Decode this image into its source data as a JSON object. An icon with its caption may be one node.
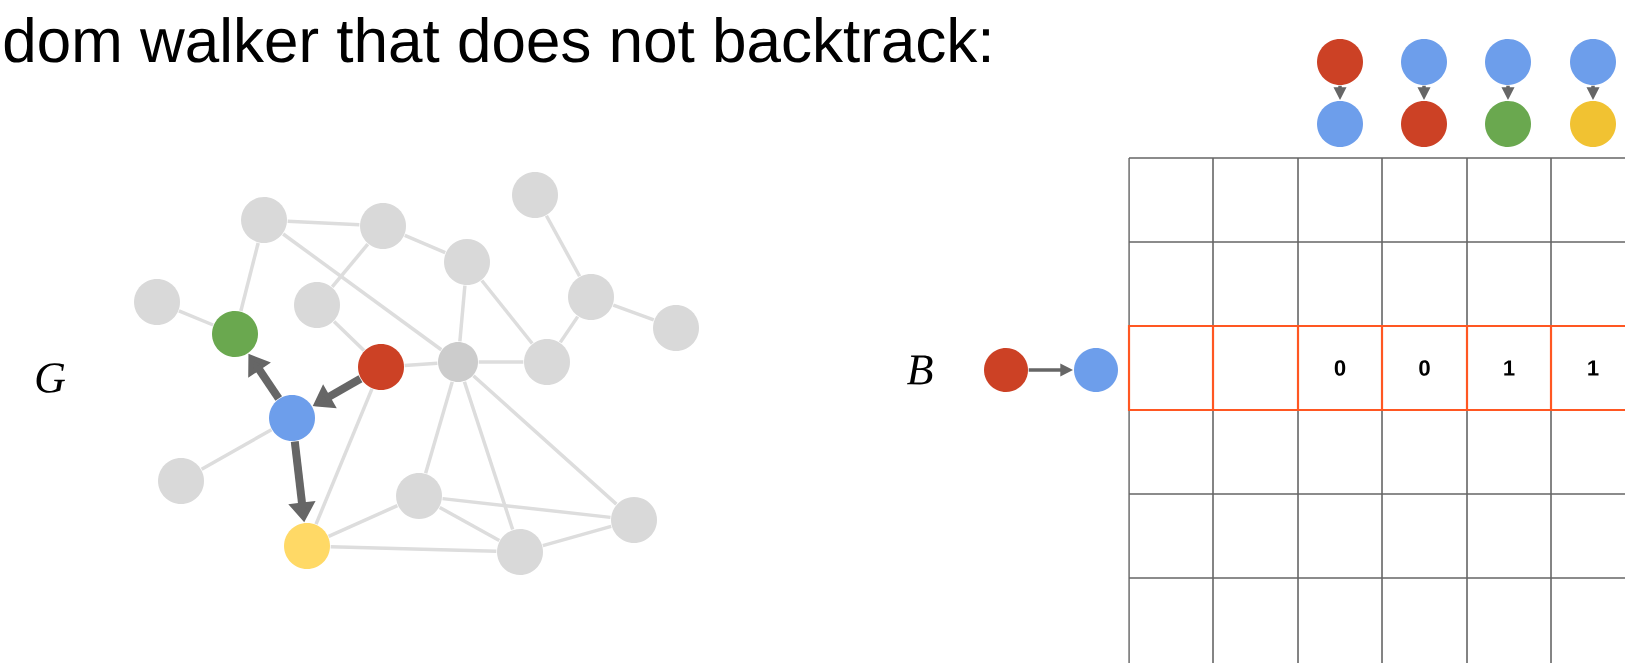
{
  "diagram": {
    "title": "dom walker that does not backtrack:",
    "nodes": [
      {
        "text": [],
        "shape": "circle"
      },
      {
        "text": [],
        "shape": "circle"
      },
      {
        "text": [],
        "shape": "circle"
      },
      {
        "text": [],
        "shape": "circle"
      },
      {
        "text": [],
        "shape": "circle"
      },
      {
        "text": [],
        "shape": "circle"
      },
      {
        "text": [],
        "shape": "circle"
      },
      {
        "text": [],
        "shape": "circle"
      },
      {
        "text": [],
        "shape": "circle"
      },
      {
        "text": [],
        "shape": "circle"
      },
      {
        "text": [],
        "shape": "circle"
      },
      {
        "text": [],
        "shape": "circle"
      },
      {
        "text": [],
        "shape": "circle"
      },
      {
        "text": [],
        "shape": "circle"
      },
      {
        "text": [],
        "shape": "circle"
      },
      {
        "text": [],
        "shape": "circle"
      },
      {
        "text": [],
        "shape": "circle"
      },
      {
        "text": [],
        "shape": "circle"
      },
      {
        "text": [],
        "shape": "circle"
      },
      {
        "text": [],
        "shape": "circle"
      },
      {
        "text": [],
        "shape": "circle"
      },
      {
        "text": [],
        "shape": "circle"
      },
      {
        "text": [],
        "shape": "circle"
      },
      {
        "text": [],
        "shape": "circle"
      },
      {
        "text": [],
        "shape": "circle"
      },
      {
        "text": [],
        "shape": "circle"
      },
      {
        "text": [],
        "shape": "circle"
      },
      {
        "text": [],
        "shape": "circle"
      }
    ],
    "edges": [
      {
        "from": 1,
        "to": 2,
        "arrow": "none"
      },
      {
        "from": 1,
        "to": 8,
        "arrow": "none"
      },
      {
        "from": 1,
        "to": 9,
        "arrow": "none"
      },
      {
        "from": 2,
        "to": 3,
        "arrow": "none"
      },
      {
        "from": 2,
        "to": 6,
        "arrow": "none"
      },
      {
        "from": 6,
        "to": 11,
        "arrow": "none"
      },
      {
        "from": 3,
        "to": 9,
        "arrow": "none"
      },
      {
        "from": 3,
        "to": 10,
        "arrow": "none"
      },
      {
        "from": 0,
        "to": 4,
        "arrow": "none"
      },
      {
        "from": 4,
        "to": 10,
        "arrow": "none"
      },
      {
        "from": 4,
        "to": 7,
        "arrow": "none"
      },
      {
        "from": 9,
        "to": 10,
        "arrow": "none"
      },
      {
        "from": 11,
        "to": 9,
        "arrow": "none"
      },
      {
        "from": 9,
        "to": 14,
        "arrow": "none"
      },
      {
        "from": 9,
        "to": 17,
        "arrow": "none"
      },
      {
        "from": 9,
        "to": 15,
        "arrow": "none"
      },
      {
        "from": 5,
        "to": 8,
        "arrow": "none"
      },
      {
        "from": 13,
        "to": 12,
        "arrow": "none"
      },
      {
        "from": 11,
        "to": 16,
        "arrow": "none"
      },
      {
        "from": 16,
        "to": 14,
        "arrow": "none"
      },
      {
        "from": 16,
        "to": 17,
        "arrow": "none"
      },
      {
        "from": 14,
        "to": 17,
        "arrow": "none"
      },
      {
        "from": 14,
        "to": 15,
        "arrow": "none"
      },
      {
        "from": 17,
        "to": 15,
        "arrow": "none"
      },
      {
        "from": 11,
        "to": 12,
        "arrow": "to",
        "style": "thick",
        "color": "#666666"
      },
      {
        "from": 12,
        "to": 8,
        "arrow": "to",
        "style": "thick",
        "color": "#666666"
      },
      {
        "from": 12,
        "to": 16,
        "arrow": "to",
        "style": "thick",
        "color": "#666666"
      },
      {
        "from": 18,
        "to": 19,
        "arrow": "to",
        "color": "#666666"
      },
      {
        "from": 20,
        "to": 21,
        "arrow": "to",
        "color": "#666666"
      },
      {
        "from": 22,
        "to": 23,
        "arrow": "to",
        "color": "#666666"
      },
      {
        "from": 24,
        "to": 25,
        "arrow": "to",
        "color": "#666666"
      },
      {
        "from": 26,
        "to": 27,
        "arrow": "to",
        "color": "#666666"
      }
    ],
    "labels": [
      "G",
      "B",
      "0",
      "0",
      "1",
      "1"
    ]
  }
}
